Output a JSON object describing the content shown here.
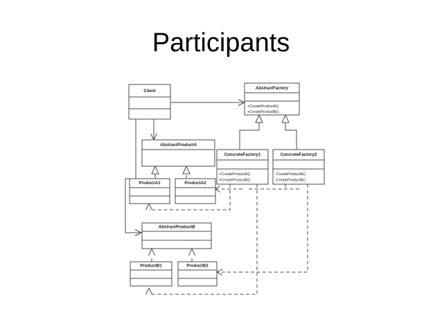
{
  "slide": {
    "title": "Participants",
    "background_color": "#ffffff",
    "line_color": "#4a4a4a",
    "text_color": "#1a1a1a"
  },
  "diagram": {
    "type": "uml-class-diagram",
    "pattern": "Abstract Factory",
    "classes": [
      {
        "id": "client",
        "name": "Client",
        "abstract": false,
        "compartments": 3,
        "operations": []
      },
      {
        "id": "abstract-factory",
        "name": "AbstractFactory",
        "abstract": true,
        "compartments": 3,
        "operations": [
          "+CreateProductA()",
          "+CreateProductB()"
        ]
      },
      {
        "id": "concrete-factory-1",
        "name": "ConcreteFactory1",
        "abstract": false,
        "compartments": 3,
        "operations": [
          "+CreateProductA()",
          "+CreateProductB()"
        ]
      },
      {
        "id": "concrete-factory-2",
        "name": "ConcreteFactory2",
        "abstract": false,
        "compartments": 3,
        "operations": [
          "-CreateProductA()",
          "-CreateProductB()"
        ]
      },
      {
        "id": "abstract-product-a",
        "name": "AbstractProductA",
        "abstract": true,
        "compartments": 2,
        "operations": []
      },
      {
        "id": "product-a1",
        "name": "ProductA1",
        "abstract": false,
        "compartments": 3,
        "operations": []
      },
      {
        "id": "product-a2",
        "name": "ProductA2",
        "abstract": false,
        "compartments": 3,
        "operations": []
      },
      {
        "id": "abstract-product-b",
        "name": "AbstractProductB",
        "abstract": true,
        "compartments": 3,
        "operations": []
      },
      {
        "id": "product-b1",
        "name": "ProductB1",
        "abstract": false,
        "compartments": 3,
        "operations": []
      },
      {
        "id": "product-b2",
        "name": "ProductB2",
        "abstract": false,
        "compartments": 3,
        "operations": []
      }
    ],
    "relationships": [
      {
        "from": "client",
        "to": "abstract-factory",
        "kind": "association"
      },
      {
        "from": "client",
        "to": "abstract-product-a",
        "kind": "association"
      },
      {
        "from": "client",
        "to": "abstract-product-b",
        "kind": "association"
      },
      {
        "from": "concrete-factory-1",
        "to": "abstract-factory",
        "kind": "generalization"
      },
      {
        "from": "concrete-factory-2",
        "to": "abstract-factory",
        "kind": "generalization"
      },
      {
        "from": "product-a1",
        "to": "abstract-product-a",
        "kind": "generalization"
      },
      {
        "from": "product-a2",
        "to": "abstract-product-a",
        "kind": "generalization"
      },
      {
        "from": "product-b1",
        "to": "abstract-product-b",
        "kind": "generalization"
      },
      {
        "from": "product-b2",
        "to": "abstract-product-b",
        "kind": "generalization"
      },
      {
        "from": "concrete-factory-1",
        "to": "product-a1",
        "kind": "dependency"
      },
      {
        "from": "concrete-factory-1",
        "to": "product-b1",
        "kind": "dependency"
      },
      {
        "from": "concrete-factory-2",
        "to": "product-a2",
        "kind": "dependency"
      },
      {
        "from": "concrete-factory-2",
        "to": "product-b2",
        "kind": "dependency"
      }
    ]
  }
}
